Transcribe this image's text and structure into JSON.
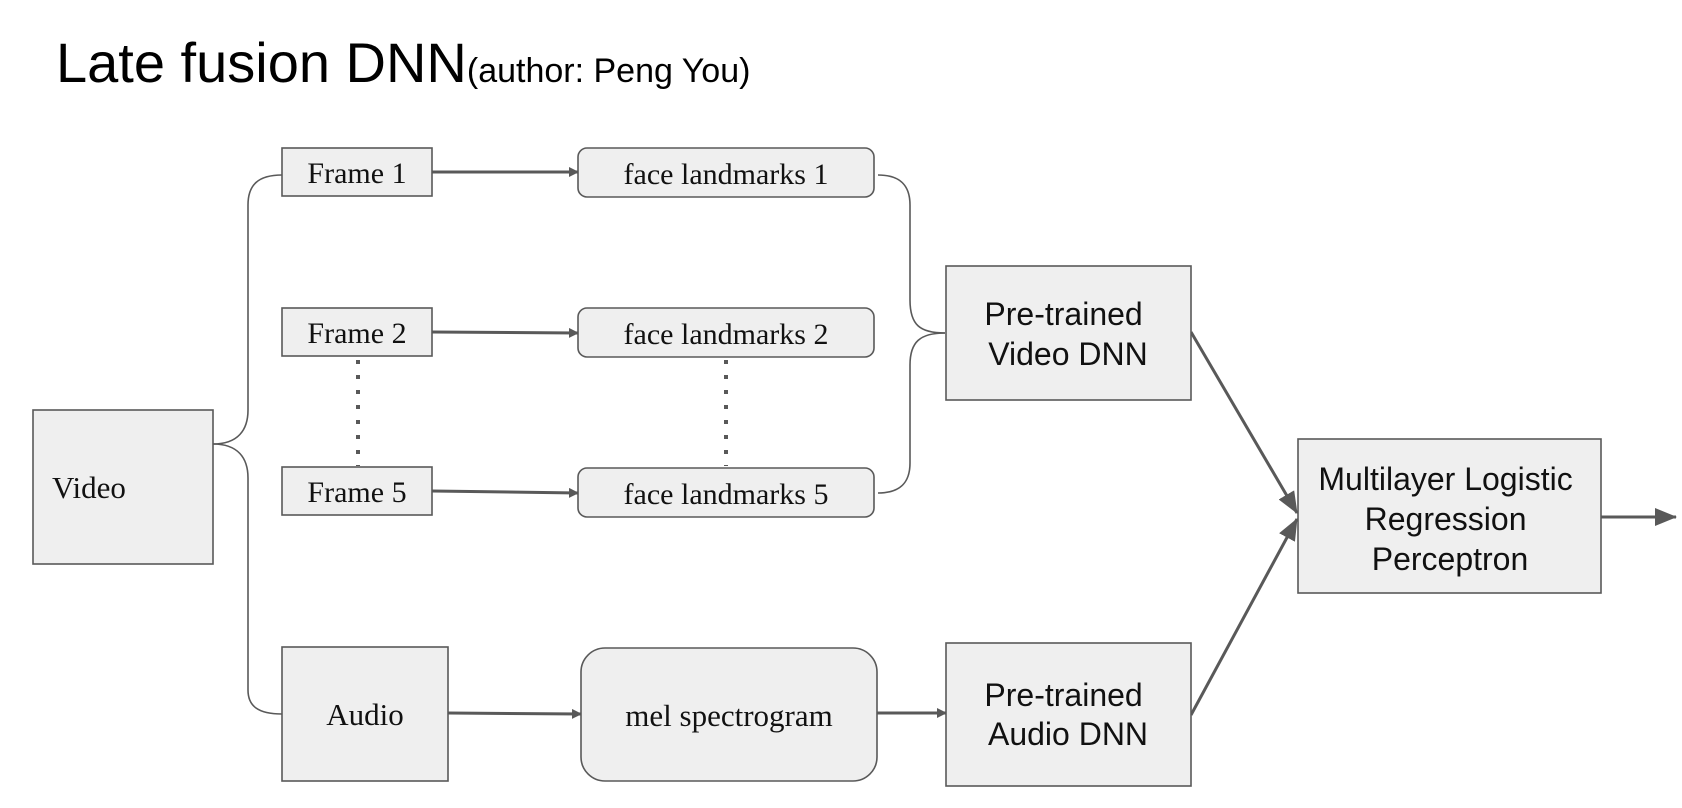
{
  "title": {
    "main": "Late fusion DNN",
    "suffix": "(author: Peng You)"
  },
  "nodes": {
    "video": "Video",
    "frame1": "Frame 1",
    "frame2": "Frame 2",
    "frame5": "Frame 5",
    "landmarks1": "face landmarks 1",
    "landmarks2": "face landmarks 2",
    "landmarks5": "face landmarks 5",
    "audio": "Audio",
    "mel": "mel spectrogram",
    "video_dnn": [
      "Pre-trained",
      "Video DNN"
    ],
    "audio_dnn": [
      "Pre-trained",
      "Audio DNN"
    ],
    "mlp": [
      "Multilayer Logistic",
      "Regression",
      "Perceptron"
    ]
  },
  "colors": {
    "box_fill": "#efefef",
    "stroke": "#595959",
    "text": "#111111"
  }
}
